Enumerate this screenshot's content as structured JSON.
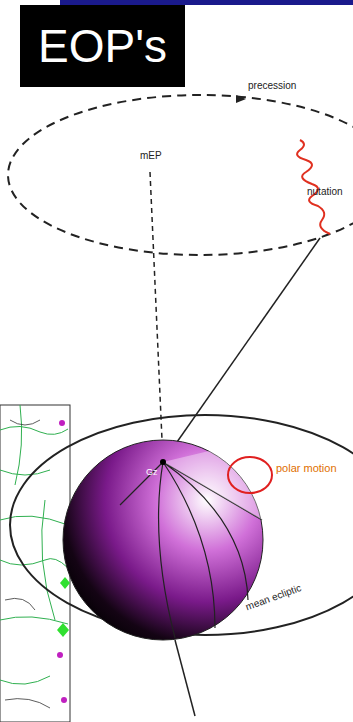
{
  "diagram": {
    "nodes": [
      {
        "text": [
          "EOP's"
        ]
      }
    ],
    "labels": [
      "precession",
      "mEP",
      "nutation",
      "polar motion",
      "Gz",
      "mean ecliptic"
    ]
  }
}
